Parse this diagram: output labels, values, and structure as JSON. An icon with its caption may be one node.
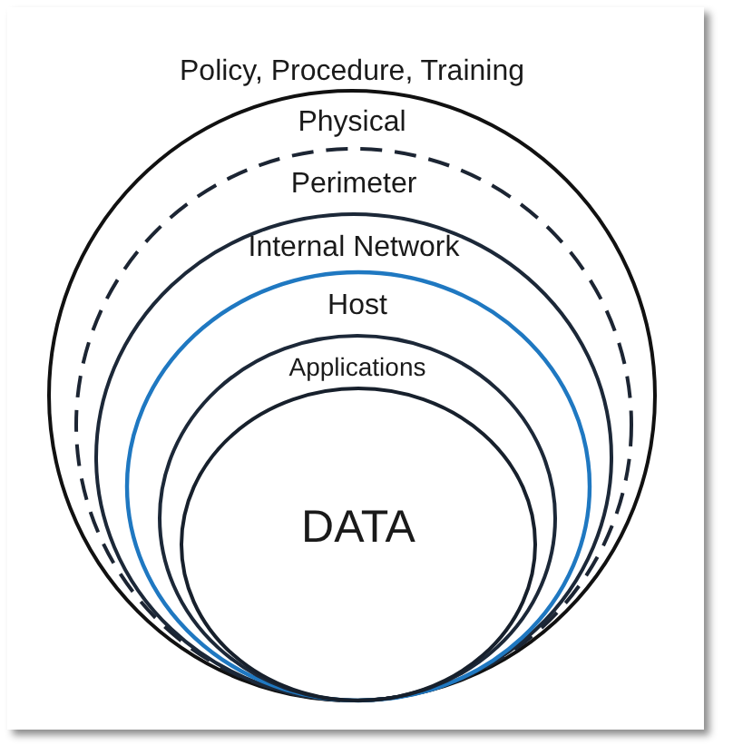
{
  "diagram": {
    "nodes": [
      {
        "text": [
          "Policy, Procedure, Training",
          "Physical"
        ]
      },
      {
        "text": [
          "Perimeter"
        ],
        "in": 0
      },
      {
        "text": [
          "Internal Network"
        ],
        "in": 1
      },
      {
        "text": [
          "Host"
        ],
        "in": 2
      },
      {
        "text": [
          "Applications"
        ],
        "in": 3
      },
      {
        "text": [
          "DATA"
        ],
        "in": 4
      }
    ]
  }
}
